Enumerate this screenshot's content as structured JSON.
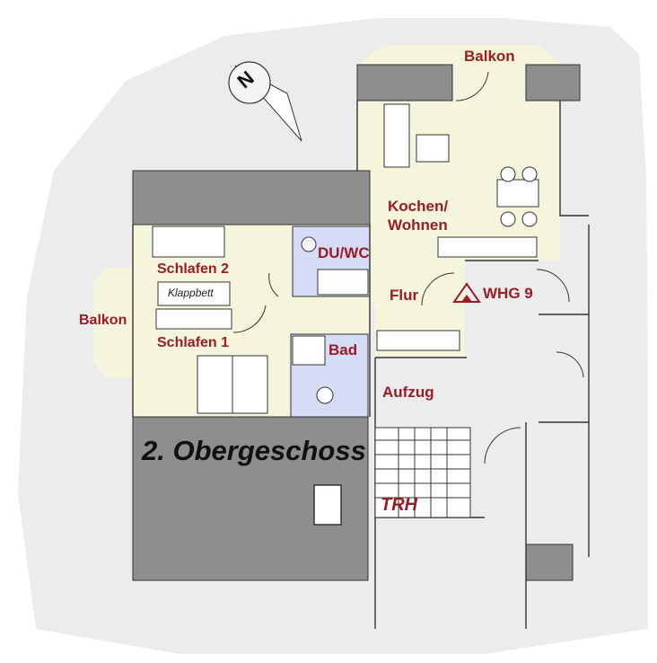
{
  "title": "2. Obergeschoss",
  "rooms": {
    "balkon_top": "Balkon",
    "kochen_line1": "Kochen/",
    "kochen_line2": "Wohnen",
    "du_wc": "DU/WC",
    "schlafen2": "Schlafen 2",
    "klappbett": "Klappbett",
    "balkon_left": "Balkon",
    "flur": "Flur",
    "whg": "WHG 9",
    "schlafen1": "Schlafen 1",
    "bad": "Bad",
    "aufzug": "Aufzug",
    "trh": "TRH"
  },
  "compass_letter": "N",
  "colors": {
    "label": "#9b1c24",
    "floor": "#f5f5dc",
    "wet_room": "#d6dcf5",
    "wall_mass": "#8e8e8e",
    "background_shade": "#ebebeb"
  }
}
